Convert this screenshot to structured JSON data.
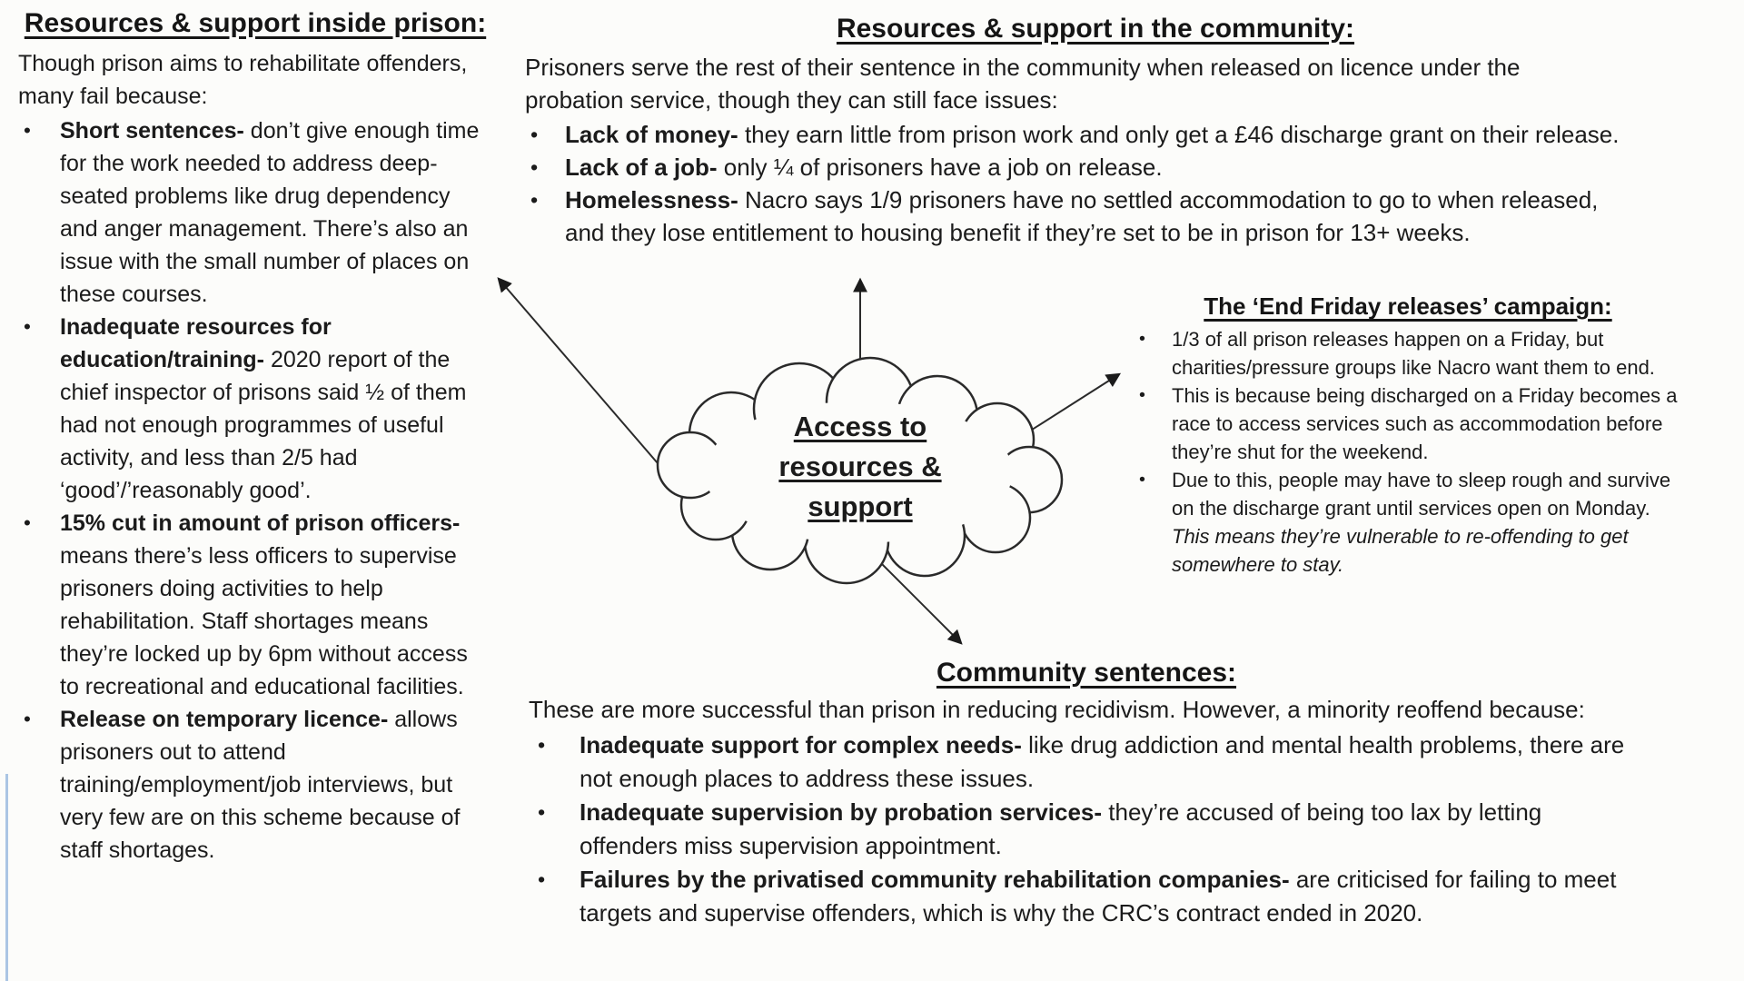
{
  "colors": {
    "ink": "#1b1b1b",
    "margin_line_blue": "#7fa8d9",
    "paper": "#fcfcfa"
  },
  "cloud": {
    "lines": [
      "Access to",
      "resources &",
      "support"
    ]
  },
  "inside_prison": {
    "heading": "Resources & support inside prison:",
    "intro": "Though prison aims to rehabilitate offenders, many fail because:",
    "bullets": [
      {
        "lead": "Short sentences-",
        "text": " don’t give enough time for the work needed to address deep-seated problems like drug dependency and anger management. There’s also an issue with the small number of places on these courses."
      },
      {
        "lead": "Inadequate resources for education/training-",
        "text": " 2020 report of the chief inspector of prisons said ½ of them had not enough programmes of useful activity, and less than 2/5 had ‘good’/’reasonably good’."
      },
      {
        "lead": "15% cut in amount of prison officers-",
        "text": " means there’s less officers to supervise prisoners doing activities to help rehabilitation. Staff shortages means they’re locked up by 6pm without access to recreational and educational facilities."
      },
      {
        "lead": "Release on temporary licence-",
        "text": " allows prisoners out to attend training/employment/job interviews, but very few are on this scheme because of staff shortages."
      }
    ]
  },
  "community": {
    "heading": "Resources & support in the community:",
    "intro": "Prisoners serve the rest of their sentence in the community when released on licence under the probation service, though they can still face issues:",
    "bullets": [
      {
        "lead": "Lack of money-",
        "text": " they earn little from prison work and only get a £46 discharge grant on their release."
      },
      {
        "lead": "Lack of a job-",
        "text": " only ¼ of prisoners have a job on release."
      },
      {
        "lead": "Homelessness-",
        "text": " Nacro says 1/9 prisoners have no settled accommodation to go to when released, and they lose entitlement to housing benefit if they’re set to be in prison for 13+ weeks."
      }
    ]
  },
  "friday_campaign": {
    "heading": "The ‘End Friday releases’ campaign:",
    "bullets": [
      {
        "lead": "",
        "text": "1/3 of all prison releases happen on a Friday, but charities/pressure groups like Nacro want them to end."
      },
      {
        "lead": "",
        "text": "This is because being discharged on a Friday becomes a race to access services such as accommodation before they’re shut for the weekend."
      },
      {
        "lead": "",
        "text": "Due to this, people may have to sleep rough and survive on the discharge grant until services open on Monday. ",
        "italic": "This means they’re vulnerable to re-offending to get somewhere to stay."
      }
    ]
  },
  "community_sentences": {
    "heading": "Community sentences:",
    "intro": "These are more successful than prison in reducing recidivism. However, a minority reoffend because:",
    "bullets": [
      {
        "lead": "Inadequate support for complex needs-",
        "text": " like drug addiction and mental health problems, there are not enough places to address these issues."
      },
      {
        "lead": "Inadequate supervision by probation services-",
        "text": " they’re accused of being too lax by letting offenders miss supervision appointment."
      },
      {
        "lead": "Failures by the privatised community rehabilitation companies-",
        "text": " are criticised for failing to meet targets and supervise offenders, which is why the CRC’s contract ended in 2020."
      }
    ]
  }
}
